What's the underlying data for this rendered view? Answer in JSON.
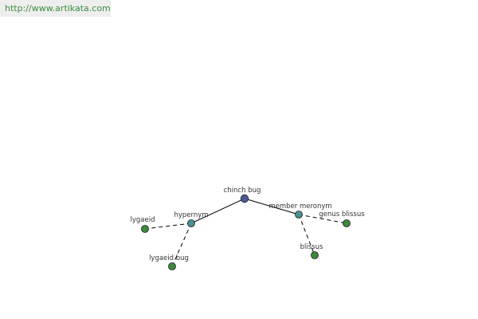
{
  "header": {
    "url": "http://www.artikata.com"
  },
  "graph": {
    "colors": {
      "root": "#4a5a99",
      "relation": "#4a9191",
      "leaf": "#3d8a3d",
      "url_text": "#3a8f3a"
    },
    "root": {
      "label": "chinch bug"
    },
    "relations": [
      {
        "label": "hypernym",
        "children": [
          {
            "label": "lygaeid"
          },
          {
            "label": "lygaeid bug"
          }
        ]
      },
      {
        "label": "member meronym",
        "children": [
          {
            "label": "genus blissus"
          },
          {
            "label": "blissus"
          }
        ]
      }
    ]
  }
}
